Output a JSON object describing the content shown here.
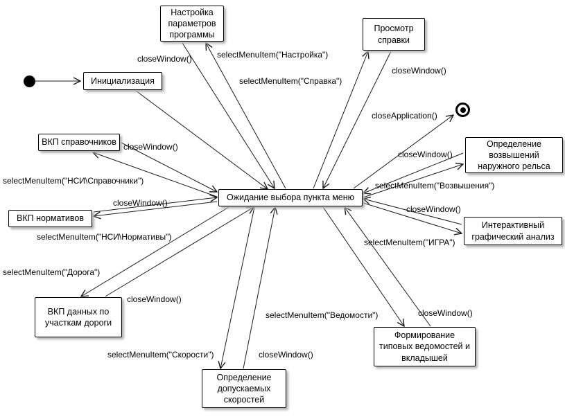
{
  "states": {
    "settings": "Настройка\nпараметров\nпрограммы",
    "help": "Просмотр\nсправки",
    "init": "Инициализация",
    "vkp_ref": "ВКП справочников",
    "wait": "Ожидание выбора пункта меню",
    "elevation": "Определение\nвозвышений\nнаружного рельса",
    "vkp_norm": "ВКП нормативов",
    "igra": "Интерактивный\nграфический анализ",
    "vkp_road": "ВКП данных по\nучасткам дороги",
    "vedomosti": "Формирование\nтиповых ведомостей и\nвкладышей",
    "speeds": "Определение\nдопускаемых\nскоростей"
  },
  "labels": {
    "close_settings": "closeWindow()",
    "select_settings": "selectMenuItem(\"Настройка\")",
    "select_help": "selectMenuItem(\"Справка\")",
    "close_help": "closeWindow()",
    "close_app": "closeApplication()",
    "close_elevation": "closeWindow()",
    "select_elevation": "selectMenuItem(\"Возвышения\")",
    "select_ref": "selectMenuItem(\"НСИ\\Справочники\")",
    "close_ref": "closeWindow()",
    "close_norm": "closeWindow()",
    "close_igra": "closeWindow()",
    "select_norm": "selectMenuItem(\"НСИ\\Нормативы\")",
    "select_igra": "selectMenuItem(\"ИГРА\")",
    "select_road": "selectMenuItem(\"Дорога\")",
    "close_road": "closeWindow()",
    "select_vedomosti": "selectMenuItem(\"Ведомости\")",
    "close_vedomosti": "closeWindow()",
    "select_speeds": "selectMenuItem(\"Скорости\")",
    "close_speeds": "closeWindow()"
  }
}
